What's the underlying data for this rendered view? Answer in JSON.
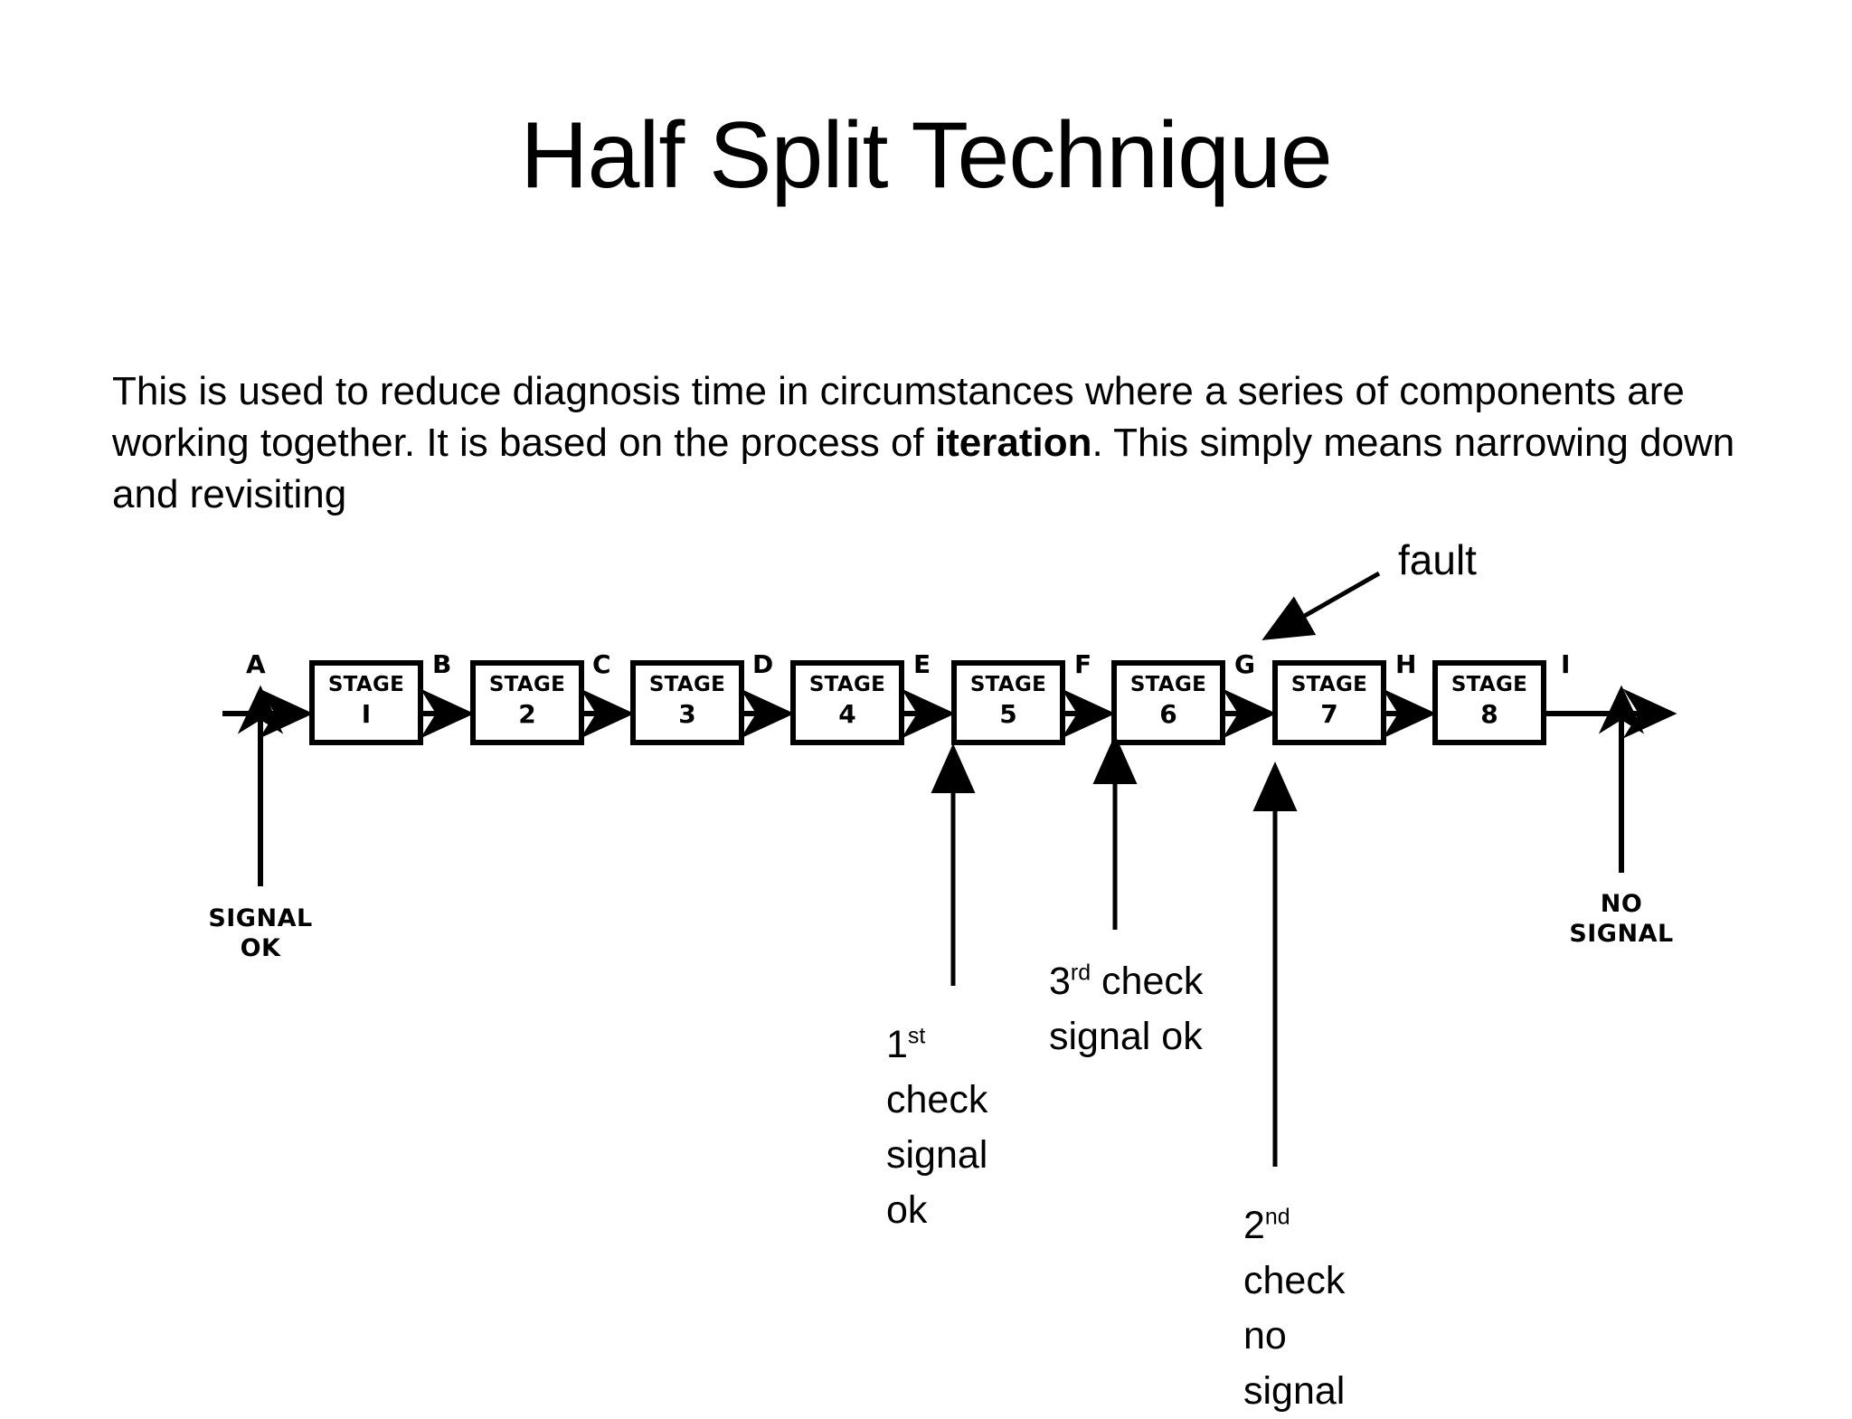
{
  "slide": {
    "title": "Half Split Technique",
    "body_text_part1": "This is used to reduce diagnosis time in circumstances where a series of components are working together. It is based on the process of ",
    "body_text_emphasis": "iteration",
    "body_text_part2": ". This simply means narrowing down and revisiting"
  },
  "diagram": {
    "stages": [
      {
        "word": "STAGE",
        "number": "I"
      },
      {
        "word": "STAGE",
        "number": "2"
      },
      {
        "word": "STAGE",
        "number": "3"
      },
      {
        "word": "STAGE",
        "number": "4"
      },
      {
        "word": "STAGE",
        "number": "5"
      },
      {
        "word": "STAGE",
        "number": "6"
      },
      {
        "word": "STAGE",
        "number": "7"
      },
      {
        "word": "STAGE",
        "number": "8"
      }
    ],
    "junctions": [
      "A",
      "B",
      "C",
      "D",
      "E",
      "F",
      "G",
      "H",
      "I"
    ],
    "input_caption_line1": "SIGNAL",
    "input_caption_line2": "OK",
    "output_caption_line1": "NO",
    "output_caption_line2": "SIGNAL",
    "fault_label": "fault",
    "annotations": [
      {
        "ordinal": "1",
        "suffix": "st",
        "rest": " check signal ok"
      },
      {
        "ordinal": "3",
        "suffix": "rd",
        "rest": " check signal ok"
      },
      {
        "ordinal": "2",
        "suffix": "nd",
        "rest": " check no signal"
      }
    ],
    "annotation_1_line1_num": "1",
    "annotation_1_line1_sup": "st",
    "annotation_1_line2": "check",
    "annotation_1_line3": "signal",
    "annotation_1_line4": "ok",
    "annotation_3_line1_num": "3",
    "annotation_3_line1_sup": "rd",
    "annotation_3_line1_rest": " check",
    "annotation_3_line2": "signal ok",
    "annotation_2_line1_num": "2",
    "annotation_2_line1_sup": "nd",
    "annotation_2_line2": "check",
    "annotation_2_line3": "no",
    "annotation_2_line4": "signal"
  },
  "colors": {
    "background": "#ffffff",
    "ink": "#000000"
  }
}
